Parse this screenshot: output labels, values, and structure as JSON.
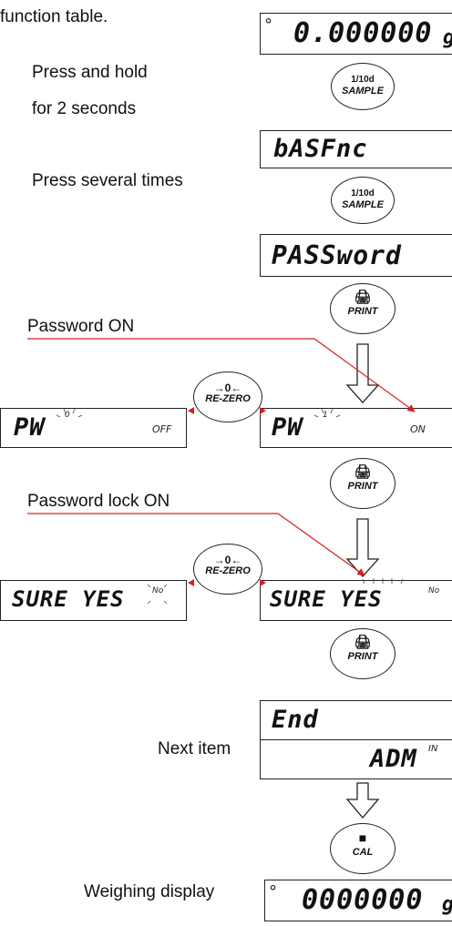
{
  "texts": {
    "intro": "function table.",
    "press_hold_1": "Press and hold",
    "press_hold_2": "for 2 seconds",
    "press_several": "Press several times",
    "password_on": "Password ON",
    "password_lock_on": "Password lock ON",
    "next_item": "Next item",
    "weighing_display": "Weighing display"
  },
  "displays": {
    "top": {
      "value": "0.000000",
      "unit": "g",
      "dot": "°"
    },
    "basfnc": "bASFnc",
    "password": "PASSword",
    "pw_off": {
      "text": "PW",
      "flag": "OFF",
      "digit": "0"
    },
    "pw_on": {
      "text": "PW",
      "flag": "ON",
      "digit": "1"
    },
    "sure_left": {
      "text": "SURE  YES",
      "flag": "No"
    },
    "sure_right": {
      "text": "SURE  YES",
      "flag": "No"
    },
    "end": "End",
    "adm": {
      "text": "ADM",
      "sup": "IN"
    },
    "weighing": {
      "value": "0000000",
      "unit": "g",
      "dot": "°"
    }
  },
  "keys": {
    "sample": {
      "top": "1/10d",
      "bottom": "SAMPLE"
    },
    "print": {
      "icon": "printer-icon",
      "bottom": "PRINT"
    },
    "rezero": {
      "top": "→0←",
      "bottom": "RE-ZERO"
    },
    "cal": {
      "icon": "weight-icon",
      "bottom": "CAL"
    }
  },
  "colors": {
    "annotation_line": "#d42020",
    "display_border": "#222222"
  }
}
